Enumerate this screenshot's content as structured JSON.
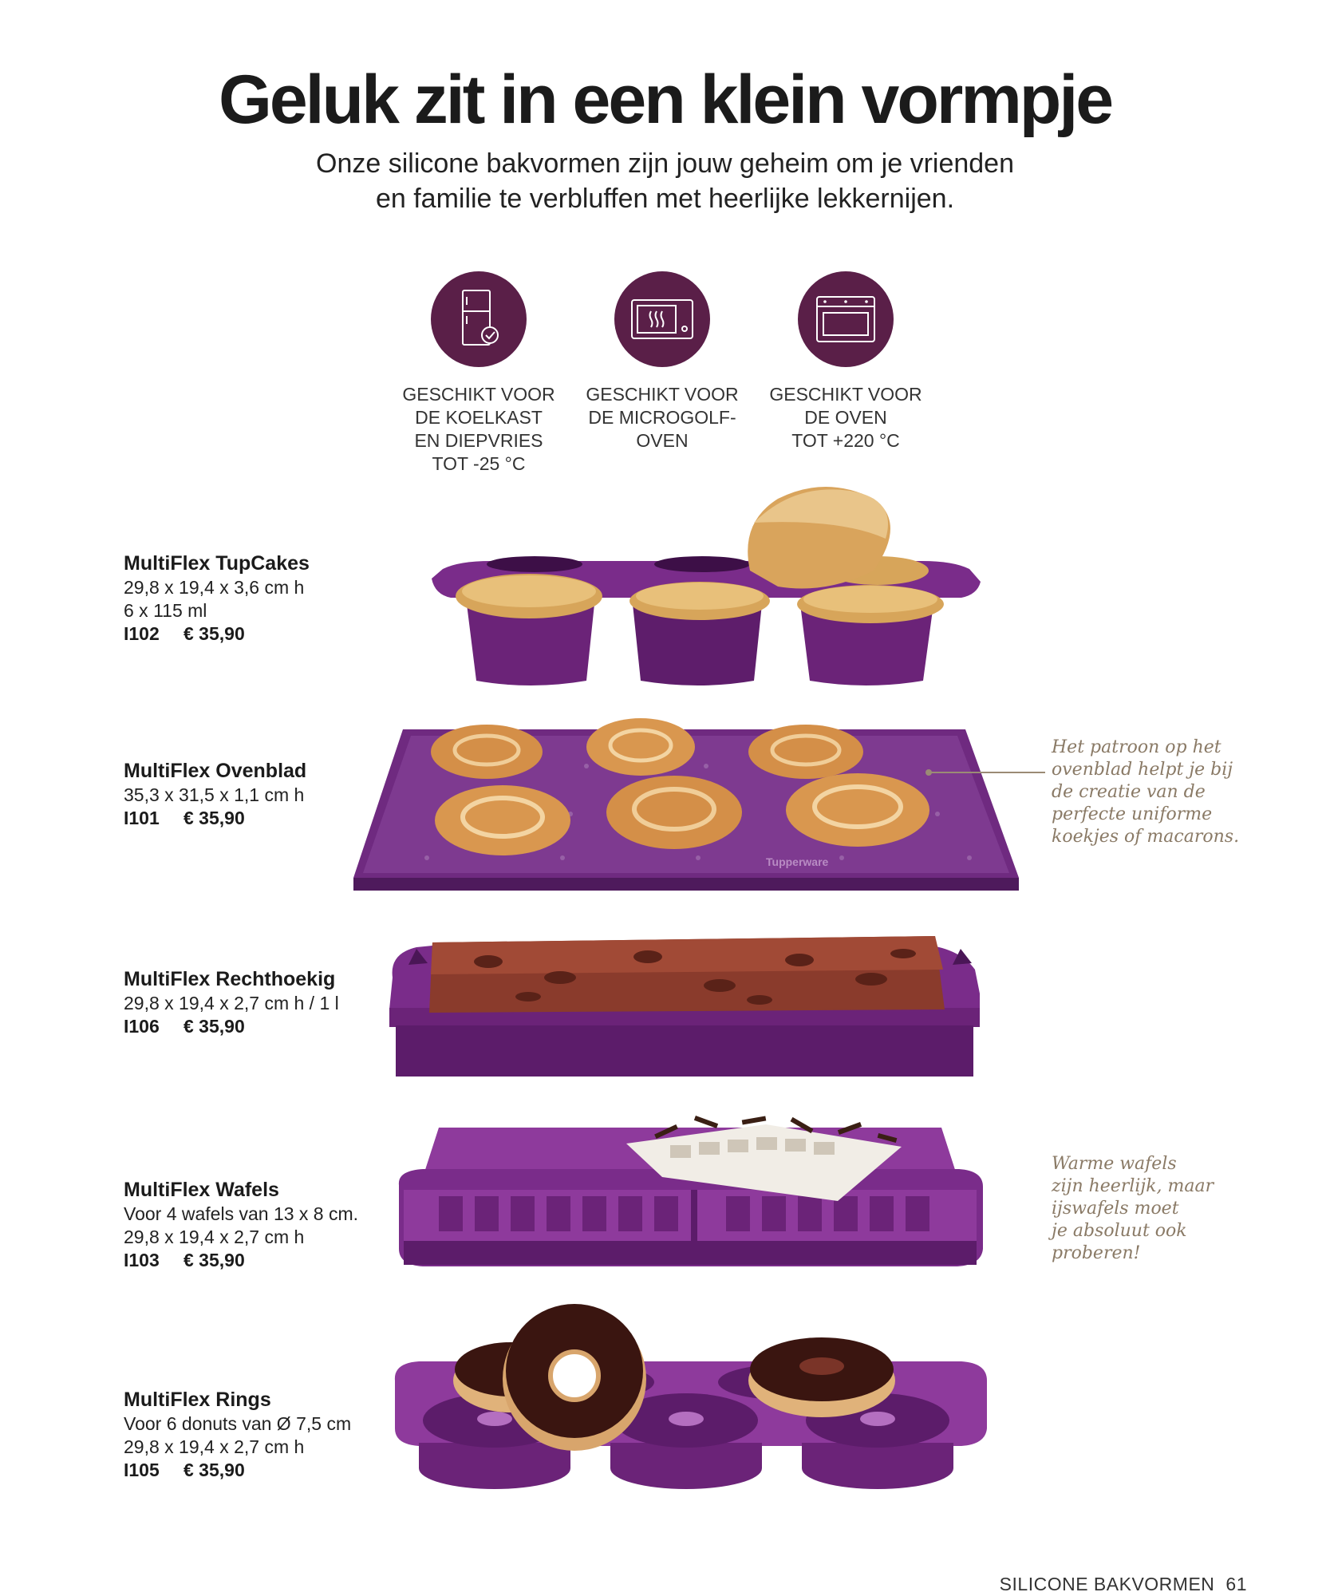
{
  "page": {
    "title": "Geluk zit in een klein vormpje",
    "subtitle_line1": "Onze silicone bakvormen zijn jouw geheim om je vrienden",
    "subtitle_line2": "en familie te verbluffen met heerlijke lekkernijen."
  },
  "features": [
    {
      "icon": "fridge-icon",
      "label": "GESCHIKT VOOR\nDE KOELKAST\nEN DIEPVRIES\nTOT -25 °C"
    },
    {
      "icon": "microwave-icon",
      "label": "GESCHIKT VOOR\nDE MICROGOLF-\nOVEN"
    },
    {
      "icon": "oven-icon",
      "label": "GESCHIKT VOOR\nDE OVEN\nTOT +220 °C"
    }
  ],
  "products": [
    {
      "name": "MultiFlex TupCakes",
      "spec": "29,8 x 19,4 x 3,6 cm h\n6 x 115 ml",
      "code": "I102",
      "price": "€ 35,90"
    },
    {
      "name": "MultiFlex Ovenblad",
      "spec": "35,3 x 31,5 x 1,1 cm h",
      "code": "I101",
      "price": "€ 35,90"
    },
    {
      "name": "MultiFlex Rechthoekig",
      "spec": "29,8 x 19,4 x 2,7 cm h / 1 l",
      "code": "I106",
      "price": "€ 35,90"
    },
    {
      "name": "MultiFlex Wafels",
      "spec": "Voor 4 wafels van 13 x 8 cm.\n29,8 x 19,4 x 2,7 cm h",
      "code": "I103",
      "price": "€ 35,90"
    },
    {
      "name": "MultiFlex Rings",
      "spec": "Voor 6 donuts van Ø 7,5 cm\n29,8 x 19,4 x 2,7 cm h",
      "code": "I105",
      "price": "€ 35,90"
    }
  ],
  "notes": {
    "ovenblad": "Het patroon op het\novenblad helpt je bij\nde creatie van de\nperfecte uniforme\nkoekjes of macarons.",
    "wafels": "Warme wafels\nzijn heerlijk, maar\nijswafels moet\nje absoluut ook\nproberen!"
  },
  "product_images": {
    "ovenblad_brand": "Tupperware"
  },
  "footer": {
    "section": "SILICONE BAKVORMEN",
    "page_number": "61"
  },
  "colors": {
    "icon_circle": "#5a1f48",
    "silicone_purple": "#6b2378",
    "note_text": "#8a7a66"
  }
}
